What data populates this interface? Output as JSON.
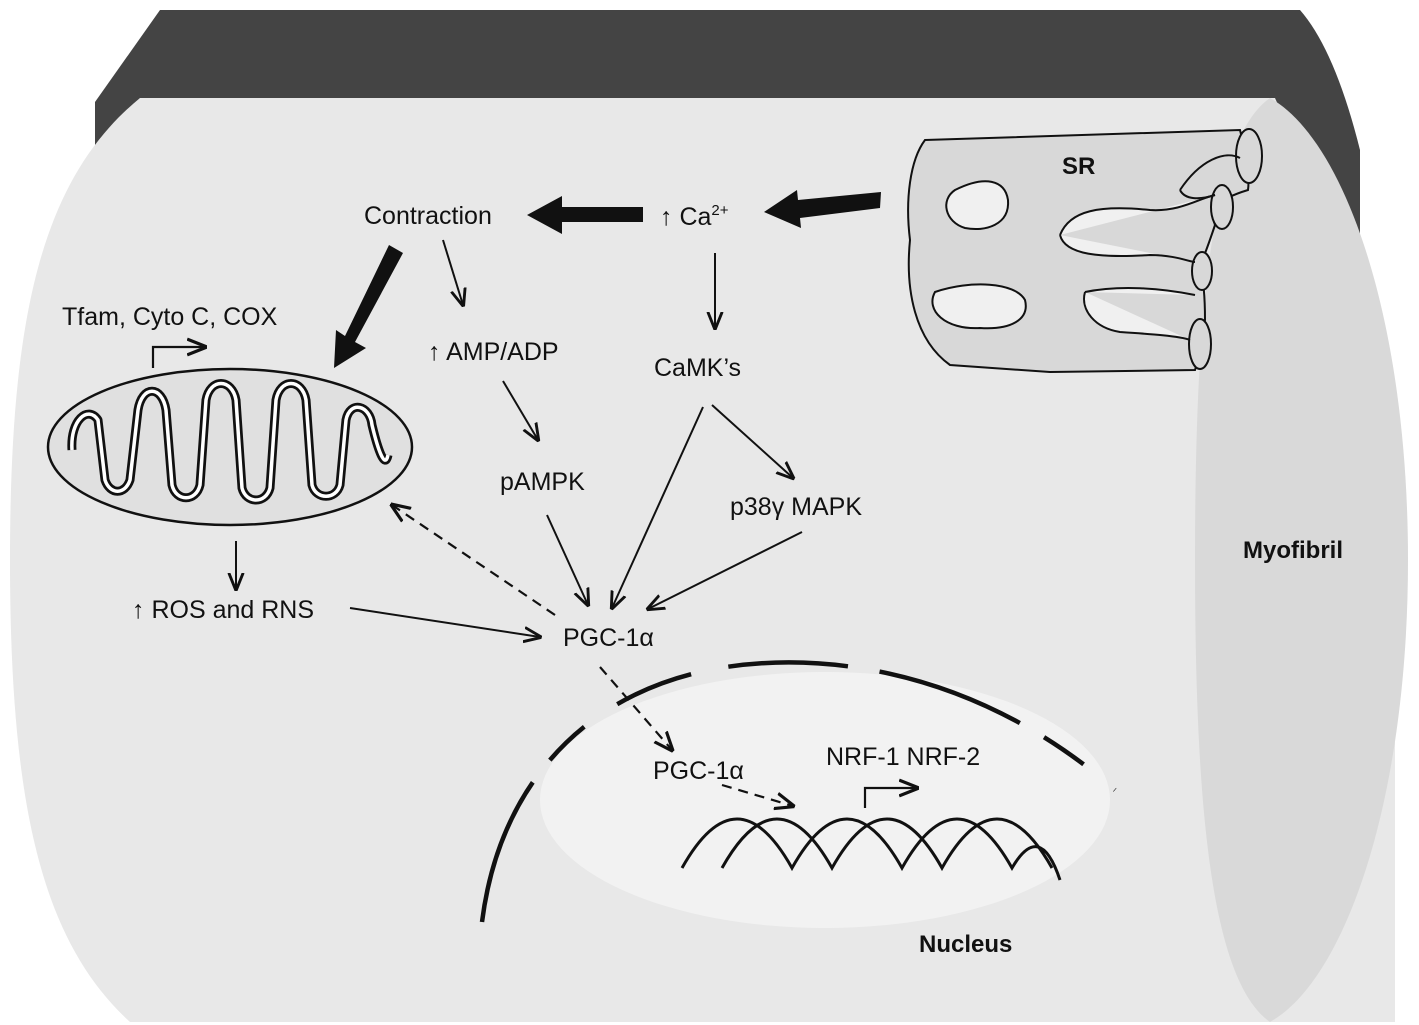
{
  "labels": {
    "contraction": "Contraction",
    "ca_prefix": "↑ Ca",
    "ca_sup": "2+",
    "camks": "CaMK’s",
    "amp_adp": "↑ AMP/ADP",
    "pampk": "pAMPK",
    "p38": "p38γ MAPK",
    "tfam": "Tfam, Cyto C, COX",
    "ros_rns": "↑ ROS and RNS",
    "pgc1a_cyto": "PGC-1α",
    "pgc1a_nuc": "PGC-1α",
    "nrf": "NRF-1 NRF-2",
    "sr": "SR",
    "myofibril": "Myofibril",
    "nucleus": "Nucleus"
  },
  "colors": {
    "cylinder_top": "#444444",
    "cylinder_body": "#e8e8e8",
    "cylinder_end": "#d9d9d9",
    "nucleus_fill": "#f2f2f2",
    "sr_fill": "#d8d8d8",
    "line": "#111111"
  }
}
